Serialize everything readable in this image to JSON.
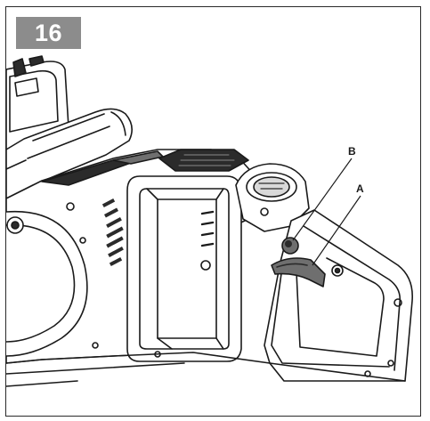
{
  "figure": {
    "number": "16"
  },
  "callouts": {
    "a": "A",
    "b": "B"
  },
  "colors": {
    "badge": "#8c8c8c",
    "line": "#1a1a1a",
    "dark_fill": "#2b2b2b",
    "mid_fill": "#6f6f6f"
  }
}
